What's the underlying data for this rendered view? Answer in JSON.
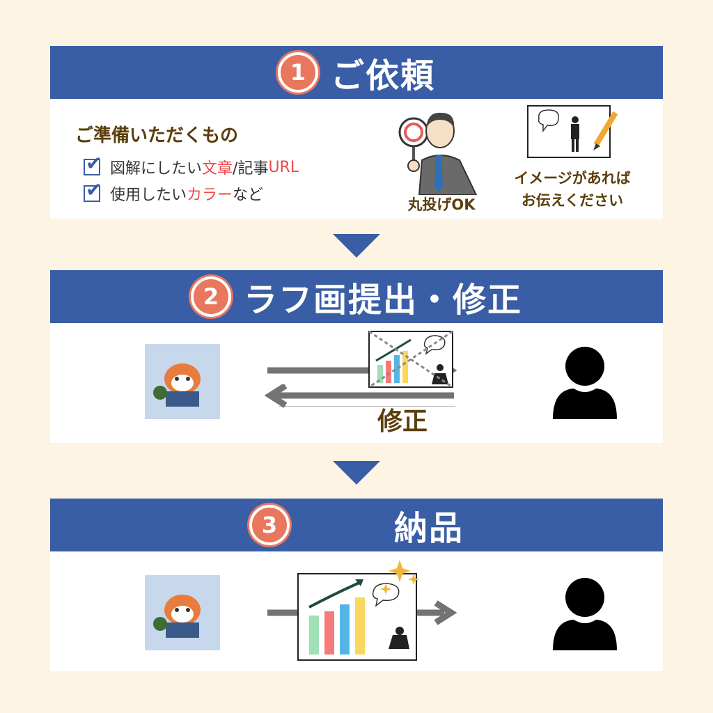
{
  "steps": [
    {
      "num": "1",
      "title": "ご依頼"
    },
    {
      "num": "2",
      "title": "ラフ画提出・修正"
    },
    {
      "num": "3",
      "title": "納品"
    }
  ],
  "prepare": {
    "title": "ご準備いただくもの",
    "items": [
      {
        "pre": "図解にしたい",
        "hl1": "文章",
        "mid": "/記事",
        "hl2": "URL",
        "post": ""
      },
      {
        "pre": "使用したい",
        "hl1": "カラー",
        "mid": "など",
        "hl2": "",
        "post": ""
      }
    ]
  },
  "maru_caption": "丸投げOK",
  "image_caption_1": "イメージがあれば",
  "image_caption_2": "お伝えください",
  "revision_label": "修正",
  "colors": {
    "header": "#3a5ea5",
    "badge": "#e8775e",
    "highlight": "#ef4a4a",
    "background": "#fdf4e3"
  }
}
